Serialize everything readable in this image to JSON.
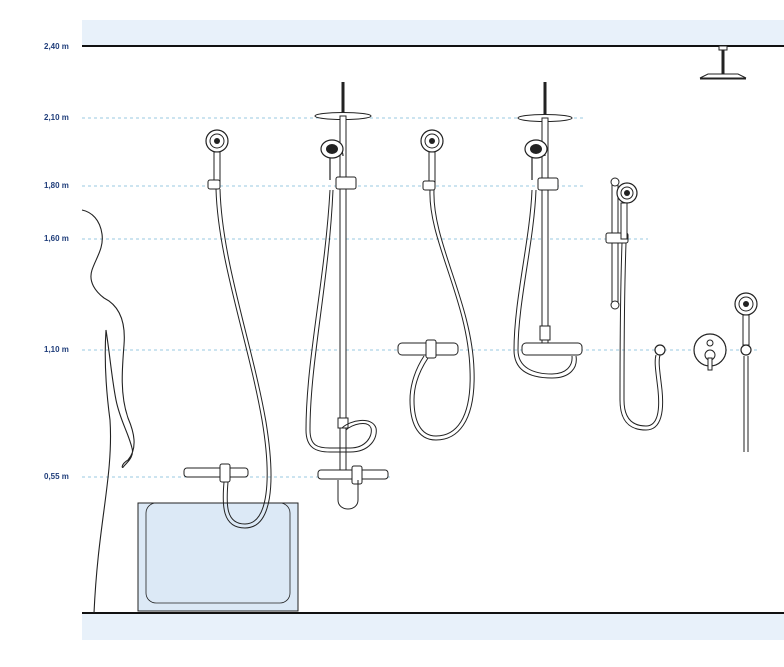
{
  "colors": {
    "band": "#e8f1fa",
    "bathtub": "#dce9f6",
    "label": "#1f3d7a",
    "guide": "#7ab6d6",
    "ink": "#222222"
  },
  "heights": [
    {
      "label": "2,40 m",
      "value_m": 2.4
    },
    {
      "label": "2,10 m",
      "value_m": 2.1
    },
    {
      "label": "1,80 m",
      "value_m": 1.8
    },
    {
      "label": "1,60 m",
      "value_m": 1.6
    },
    {
      "label": "1,10 m",
      "value_m": 1.1
    },
    {
      "label": "0,55 m",
      "value_m": 0.55
    }
  ],
  "fixtures": [
    {
      "name": "bath-handshower-set",
      "icon": "handshower-icon"
    },
    {
      "name": "bath-shower-column",
      "icon": "shower-column-icon"
    },
    {
      "name": "wall-thermostat-handshower",
      "icon": "handshower-icon"
    },
    {
      "name": "thermostatic-shower-column",
      "icon": "shower-column-icon"
    },
    {
      "name": "slide-rail-handshower",
      "icon": "slide-rail-icon"
    },
    {
      "name": "concealed-mixer-handshower",
      "icon": "concealed-mixer-icon"
    },
    {
      "name": "ceiling-rain-shower",
      "icon": "rain-shower-icon"
    }
  ]
}
